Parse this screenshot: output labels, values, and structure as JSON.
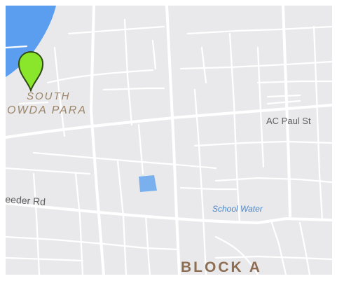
{
  "map": {
    "labels": {
      "south": "SOUTH",
      "gowda_para": "OWDA PARA",
      "ac_paul_st": "AC Paul St",
      "feeder_rd": "eeder Rd",
      "school_water": "School Water",
      "block_a": "BLOCK A"
    },
    "colors": {
      "land": "#e9e9eb",
      "road": "#ffffff",
      "water": "#5b9ef0",
      "pond": "#7ab0ee",
      "district_label": "#9c8468",
      "street_label": "#5f5f5f",
      "water_label": "#4a86c8",
      "block_label": "#8d6e53",
      "marker_fill": "#8ae62a",
      "marker_stroke": "#2f4a13"
    },
    "marker": {
      "icon": "map-pin-icon"
    }
  }
}
